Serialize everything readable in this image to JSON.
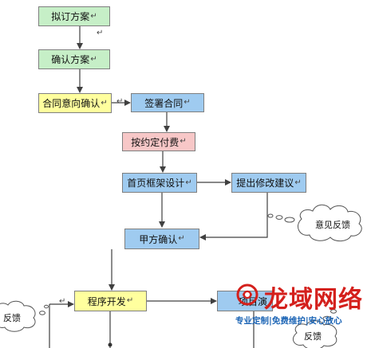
{
  "nodes": {
    "draft_plan": "拟订方案",
    "confirm_plan": "确认方案",
    "contract_intent": "合同意向确认",
    "sign_contract": "签署合同",
    "pay_deposit": "按约定付费",
    "homepage_design": "首页框架设计",
    "propose_changes": "提出修改建议",
    "client_confirm": "甲方确认",
    "development": "程序开发",
    "project_partial": "项目演"
  },
  "clouds": {
    "feedback_opinion": "意见反馈",
    "feedback_left": "反馈",
    "feedback_right": "反馈"
  },
  "paragraph_mark": "↵",
  "watermark": {
    "brand": "龙域网络",
    "tagline": "专业定制|免费维护|安心放心",
    "brand_color": "#d4201c",
    "tagline_color": "#1b64b5"
  },
  "colors": {
    "green_box": "#c6efc7",
    "yellow_box": "#ffff9e",
    "blue_box": "#9fcbf0",
    "pink_box": "#f7c7c7"
  }
}
